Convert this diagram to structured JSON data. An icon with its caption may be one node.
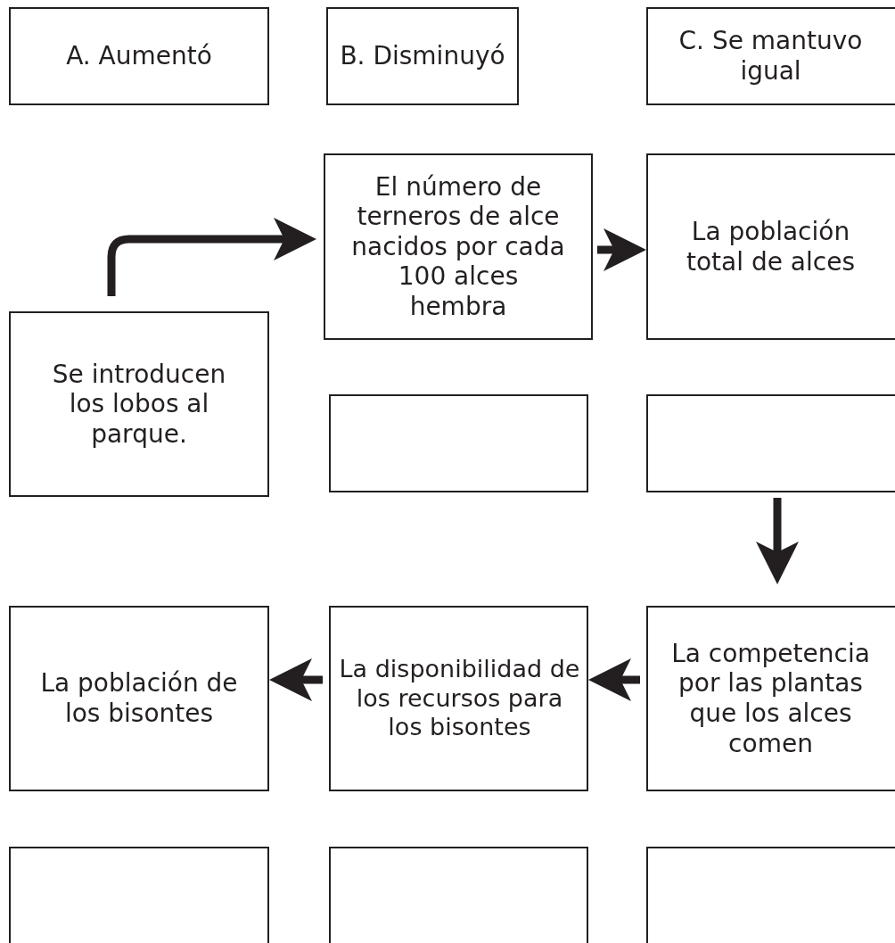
{
  "diagram": {
    "nodes": [
      {
        "text": [
          "A. Aumentó"
        ]
      },
      {
        "text": [
          "B. Disminuyó"
        ]
      },
      {
        "text": [
          "C. Se mantuvo igual"
        ]
      },
      {
        "text": [
          "El número de terneros de alce nacidos por cada 100 alces hembra"
        ]
      },
      {
        "text": [
          "La población total de alces"
        ]
      },
      {
        "text": [
          "Se introducen los lobos al parque."
        ]
      },
      {
        "text": [],
        "shape": "box"
      },
      {
        "text": [],
        "shape": "box"
      },
      {
        "text": [
          "La población de los bisontes"
        ]
      },
      {
        "text": [
          "La disponibilidad de los recursos para los bisontes"
        ]
      },
      {
        "text": [
          "La competencia por las plantas que los alces comen"
        ]
      },
      {
        "text": [],
        "shape": "box"
      },
      {
        "text": [],
        "shape": "box"
      },
      {
        "text": [],
        "shape": "box"
      }
    ],
    "edges": [
      {
        "from": 5,
        "to": 3,
        "arrow": "to"
      },
      {
        "from": 3,
        "to": 4,
        "arrow": "to"
      },
      {
        "from": 7,
        "to": 10,
        "arrow": "to"
      },
      {
        "from": 10,
        "to": 9,
        "arrow": "to"
      },
      {
        "from": 9,
        "to": 8,
        "arrow": "to"
      }
    ]
  }
}
